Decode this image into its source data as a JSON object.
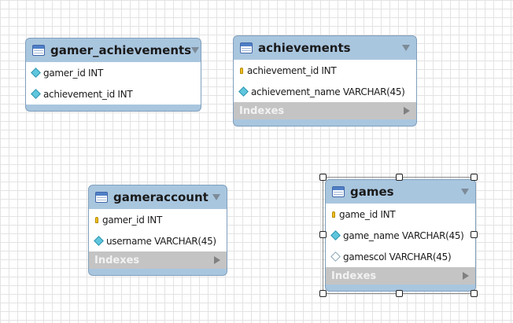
{
  "tables": {
    "gamer_achievements": {
      "name": "gamer_achievements",
      "columns": [
        {
          "label": "gamer_id INT",
          "type": "diamond"
        },
        {
          "label": "achievement_id INT",
          "type": "diamond"
        }
      ]
    },
    "achievements": {
      "name": "achievements",
      "columns": [
        {
          "label": "achievement_id INT",
          "type": "key"
        },
        {
          "label": "achievement_name VARCHAR(45)",
          "type": "diamond"
        }
      ],
      "indexes_label": "Indexes"
    },
    "gameraccount": {
      "name": "gameraccount",
      "columns": [
        {
          "label": "gamer_id INT",
          "type": "key"
        },
        {
          "label": "username VARCHAR(45)",
          "type": "diamond"
        }
      ],
      "indexes_label": "Indexes"
    },
    "games": {
      "name": "games",
      "columns": [
        {
          "label": "game_id INT",
          "type": "key"
        },
        {
          "label": "game_name VARCHAR(45)",
          "type": "diamond"
        },
        {
          "label": "gamescol VARCHAR(45)",
          "type": "diamond-hollow"
        }
      ],
      "indexes_label": "Indexes",
      "selected": true
    }
  },
  "colors": {
    "header": "#a9c6df",
    "indexes_bar": "#c4c4c4",
    "grid": "#e3e3e3"
  }
}
